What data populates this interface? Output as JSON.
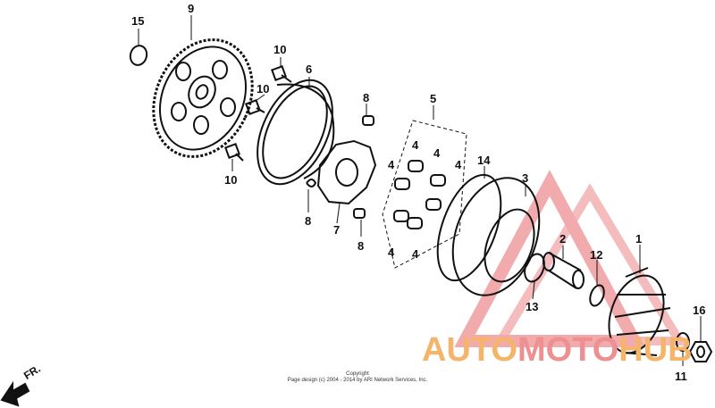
{
  "labels": {
    "l1": "1",
    "l2": "2",
    "l3": "3",
    "l4a": "4",
    "l4b": "4",
    "l4c": "4",
    "l4d": "4",
    "l4e": "4",
    "l4f": "4",
    "l5": "5",
    "l6": "6",
    "l7": "7",
    "l8a": "8",
    "l8b": "8",
    "l8c": "8",
    "l9": "9",
    "l10a": "10",
    "l10b": "10",
    "l10c": "10",
    "l11": "11",
    "l12": "12",
    "l13": "13",
    "l14": "14",
    "l15": "15",
    "l16": "16"
  },
  "direction": "FR.",
  "copyright": {
    "line1": "Copyright",
    "line2": "Page design (c) 2004 - 2014 by ARI Network Services, Inc."
  },
  "watermark": {
    "part1": "AUTO",
    "part2": "MOTO",
    "part3": "HUB"
  },
  "colors": {
    "watermark_orange": "#f4b46a",
    "watermark_red": "#ee8f92",
    "line": "#111111"
  }
}
